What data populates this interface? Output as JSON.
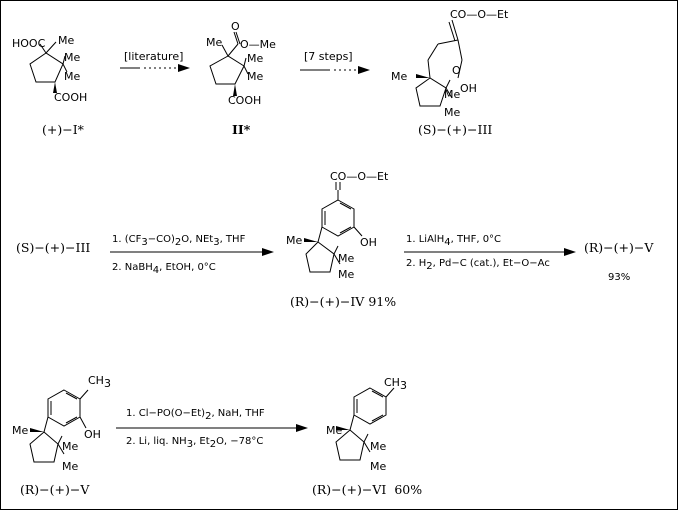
{
  "atoms": {
    "me": "Me",
    "oh": "OH",
    "cooh": "COOH",
    "hooc": "HOOC",
    "co_o_me": "O—Me",
    "co_o_et": "CO—O—Et",
    "ch3": "CH",
    "sub3": "3",
    "o": "O",
    "sub2": "2",
    "sub4": "4",
    "sub_et2": "2"
  },
  "row1": {
    "cmpd1": {
      "prefix": "(+)−",
      "bold": "I*"
    },
    "cmpd2": {
      "bold": "II*"
    },
    "cmpd3": {
      "prefix": "(S)−(+)−",
      "bold": "III"
    },
    "arrow1_label": "[literature]",
    "arrow2_label": "[7 steps]"
  },
  "row2": {
    "start": {
      "prefix": "(S)−(+)−",
      "bold": "III"
    },
    "cond_a1": "1. (CF",
    "cond_a1b": "−CO)",
    "cond_a1c": "O,  NEt",
    "cond_a1d": ",  THF",
    "cond_a2": "2. NaBH",
    "cond_a2b": ",  EtOH,  0°C",
    "cmpd4": {
      "prefix": "(R)−(+)−",
      "bold": "IV",
      "yield": "91%"
    },
    "cond_b1": "1. LiAlH",
    "cond_b1b": ",  THF,  0°C",
    "cond_b2": "2. H",
    "cond_b2b": ", Pd−C  (cat.), Et−O−Ac",
    "cmpd5": {
      "prefix": "(R)−(+)−",
      "bold": "V",
      "yield": "93%"
    }
  },
  "row3": {
    "start": {
      "prefix": "(R)−(+)−",
      "bold": "V"
    },
    "cond_c1": "1. Cl−PO(O−Et)",
    "cond_c1b": ",  NaH, THF",
    "cond_c2": "2. Li,  liq.  NH",
    "cond_c2b": ",  Et",
    "cond_c2c": "O,  −78°C",
    "cmpd6": {
      "prefix": "(R)−(+)−",
      "bold": "VI",
      "yield": "60%"
    }
  }
}
